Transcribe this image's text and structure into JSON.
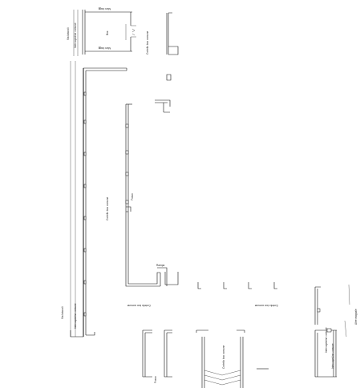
{
  "labels": {
    "via_iv_top": "Via Iatacoli",
    "intercapedine_top": "Intercapedine comune",
    "box": "Box",
    "muro_top": "Muro bagg",
    "muro_bottom": "Muro bagg",
    "cortello_top": "Cortello box comune",
    "cortello_left": "Cortello box comune",
    "fosso": "Fosso",
    "intercapedine_bottom": "Intercapedine comune",
    "via_iv_bottom": "Via Iatacoli",
    "cortello_mid1": "Cortello box comune",
    "cortello_mid2": "Cortello box comune",
    "altre_mappale": "Altre mappale",
    "cortello_bottom": "Cortello box comune",
    "intercapedine_right1": "Intercapedine comune",
    "intercapedine_right2": "Intercapedine comune",
    "fosso_bottom": "Fosso",
    "rampa": "Rampa"
  }
}
